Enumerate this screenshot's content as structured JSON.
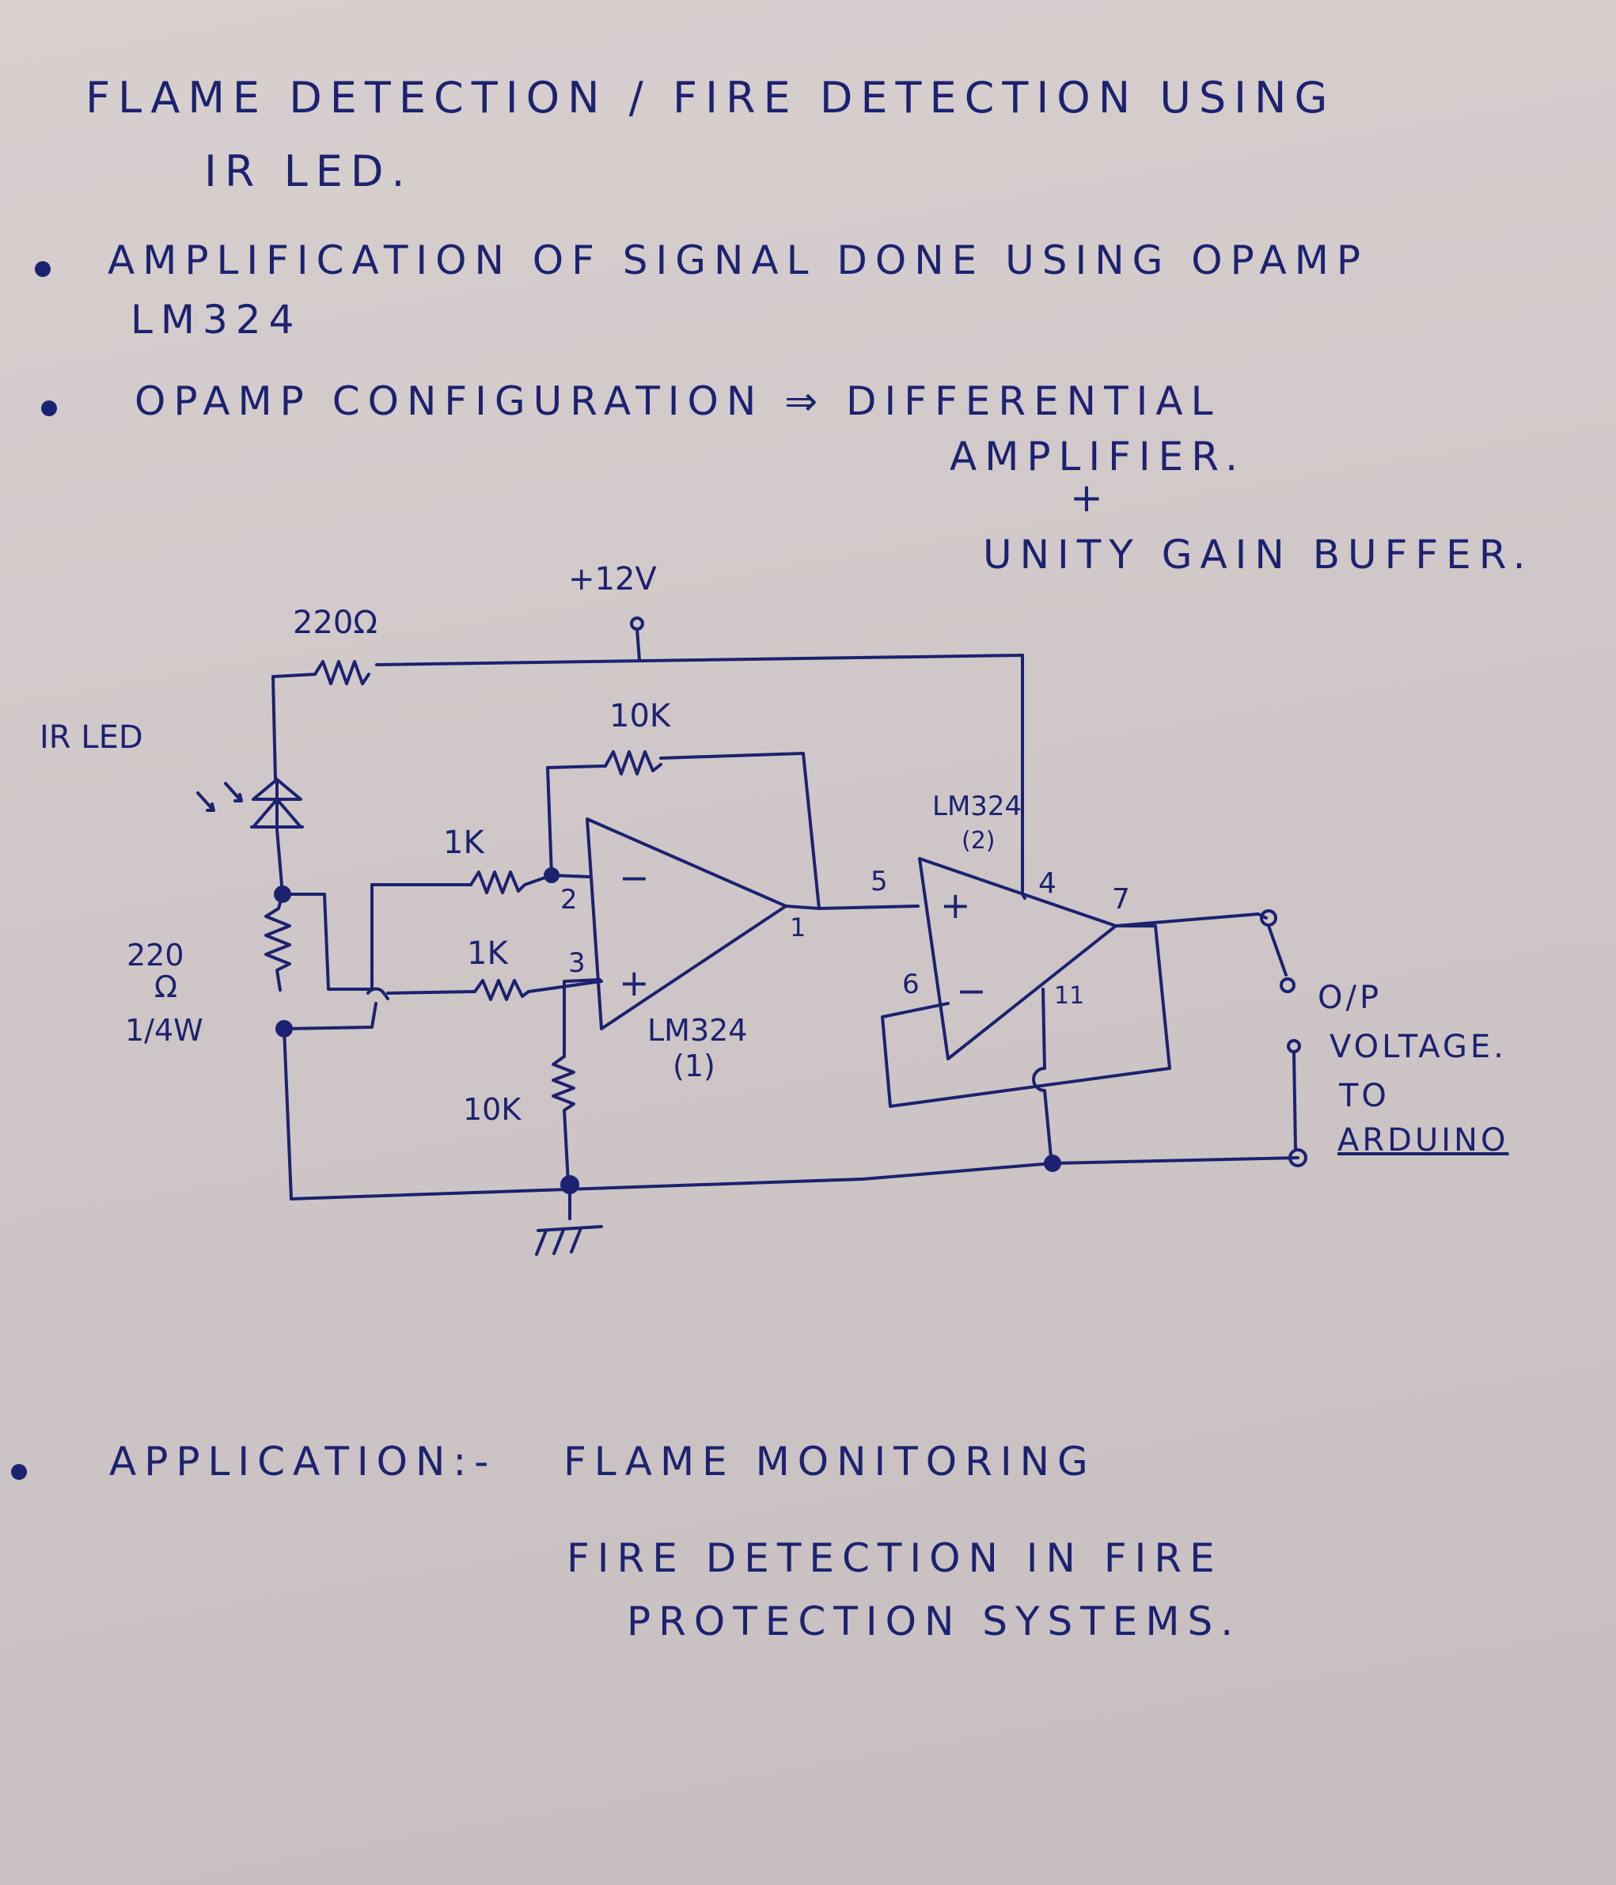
{
  "title": {
    "line1": "FLAME DETECTION / FIRE DETECTION USING",
    "line2": "IR LED."
  },
  "bullets": {
    "b1_line1": "AMPLIFICATION OF SIGNAL DONE USING OPAMP",
    "b1_line2": "LM324",
    "b2_line1": "OPAMP CONFIGURATION ⇒ DIFFERENTIAL",
    "b2_line2": "AMPLIFIER.",
    "b2_plus": "+",
    "b2_line3": "UNITY GAIN BUFFER."
  },
  "schematic": {
    "supply": "+12V",
    "r_top": "220Ω",
    "ir_led": "IR LED",
    "r_led_value": "220",
    "r_led_unit": "Ω",
    "r_led_power": "1/4W",
    "r_feedback": "10K",
    "r_in_inv": "1K",
    "r_in_noninv": "1K",
    "r_ground": "10K",
    "opamp1_part": "LM324",
    "opamp1_index": "(1)",
    "opamp2_part": "LM324",
    "opamp2_index": "(2)",
    "pin_2": "2",
    "pin_3": "3",
    "pin_1": "1",
    "pin_5": "5",
    "pin_6": "6",
    "pin_4": "4",
    "pin_7": "7",
    "pin_11": "11",
    "minus": "−",
    "plus": "+",
    "output_line1": "O/P",
    "output_line2": "VOLTAGE.",
    "output_line3": "TO",
    "output_line4": "ARDUINO"
  },
  "application": {
    "label": "APPLICATION:-",
    "item1": "FLAME MONITORING",
    "item2_line1": "FIRE DETECTION IN FIRE",
    "item2_line2": "PROTECTION SYSTEMS."
  }
}
